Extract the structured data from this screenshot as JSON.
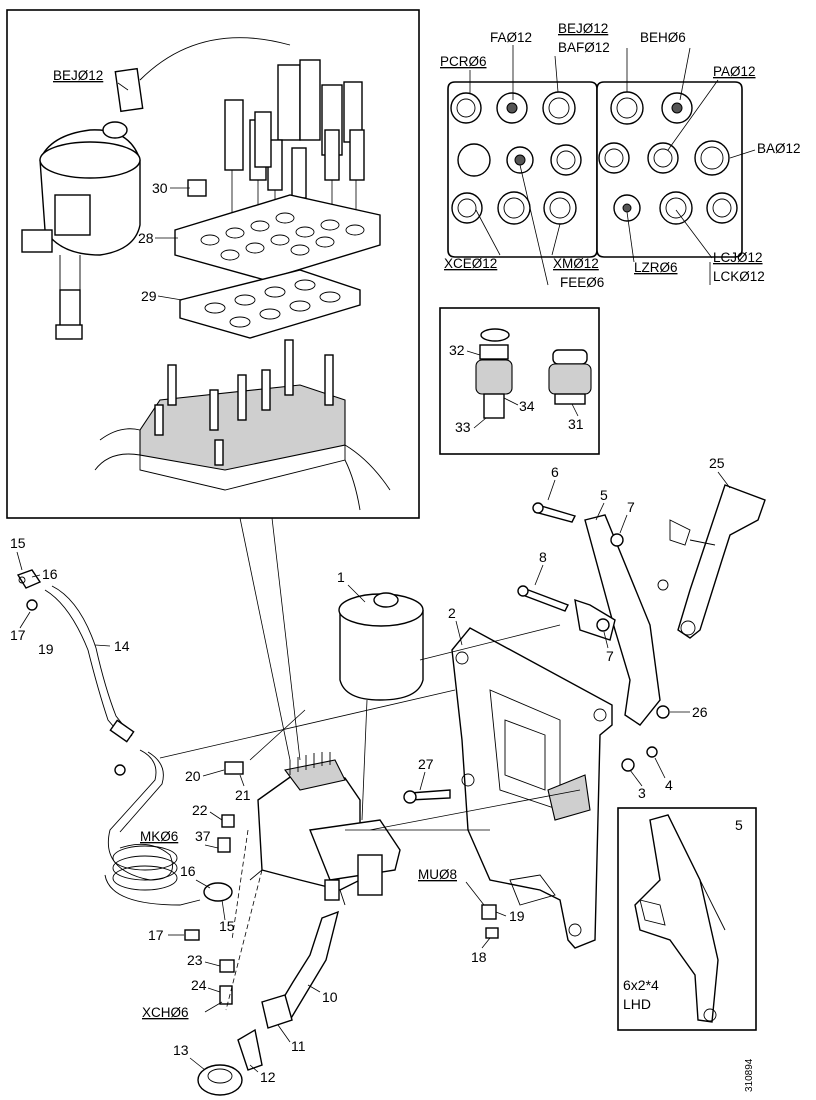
{
  "part_callouts": [
    "1",
    "2",
    "3",
    "4",
    "5",
    "6",
    "7",
    "7",
    "8",
    "10",
    "11",
    "12",
    "13",
    "14",
    "15",
    "15",
    "16",
    "16",
    "17",
    "17",
    "18",
    "19",
    "19",
    "20",
    "21",
    "22",
    "23",
    "24",
    "25",
    "26",
    "27",
    "28",
    "29",
    "30",
    "31",
    "32",
    "33",
    "34",
    "37"
  ],
  "connector_codes": [
    "BEJØ12",
    "FAØ12",
    "BEJØ12",
    "BAFØ12",
    "BEHØ6",
    "PCRØ6",
    "PAØ12",
    "BAØ12",
    "XCEØ12",
    "XMØ12",
    "FEEØ6",
    "LZRØ6",
    "LCJØ12",
    "LCKØ12",
    "MKØ6",
    "MUØ8",
    "XCHØ6"
  ],
  "inset_variant": {
    "callout": "5",
    "size_code": "6x2*4",
    "side": "LHD"
  },
  "drawing_number": "310894"
}
